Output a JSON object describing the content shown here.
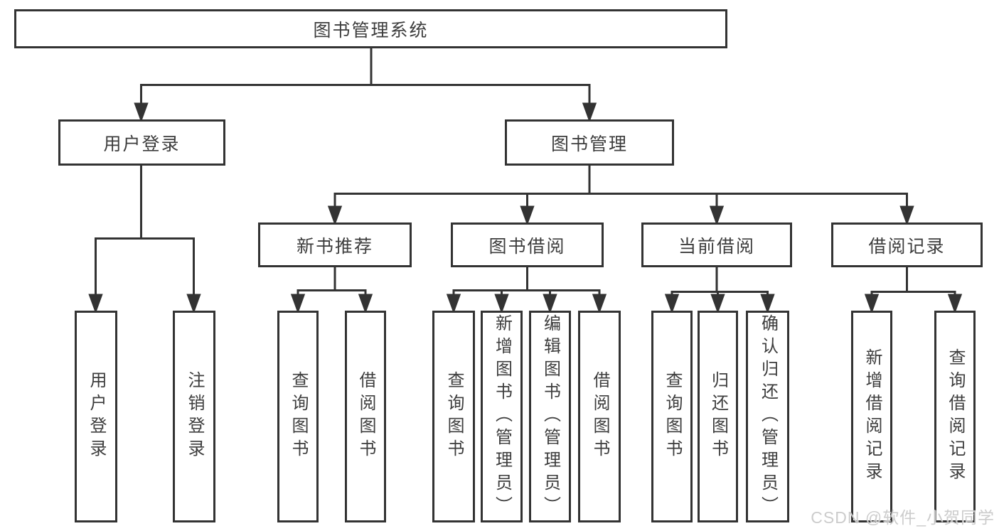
{
  "tree": {
    "label": "图书管理系统",
    "children": [
      {
        "label": "用户登录",
        "children": [
          {
            "label": "用户登录"
          },
          {
            "label": "注销登录"
          }
        ]
      },
      {
        "label": "图书管理",
        "children": [
          {
            "label": "新书推荐",
            "children": [
              {
                "label": "查询图书"
              },
              {
                "label": "借阅图书"
              }
            ]
          },
          {
            "label": "图书借阅",
            "children": [
              {
                "label": "查询图书"
              },
              {
                "label": "新增图书（管理员）"
              },
              {
                "label": "编辑图书（管理员）"
              },
              {
                "label": "借阅图书"
              }
            ]
          },
          {
            "label": "当前借阅",
            "children": [
              {
                "label": "查询图书"
              },
              {
                "label": "归还图书"
              },
              {
                "label": "确认归还（管理员）"
              }
            ]
          },
          {
            "label": "借阅记录",
            "children": [
              {
                "label": "新增借阅记录"
              },
              {
                "label": "查询借阅记录"
              }
            ]
          }
        ]
      }
    ]
  },
  "watermark": "CSDN @软件_小贺同学",
  "colors": {
    "line": "#333333",
    "text": "#3d3d3d",
    "background": "#ffffff",
    "watermark": "#c8c8c8"
  }
}
